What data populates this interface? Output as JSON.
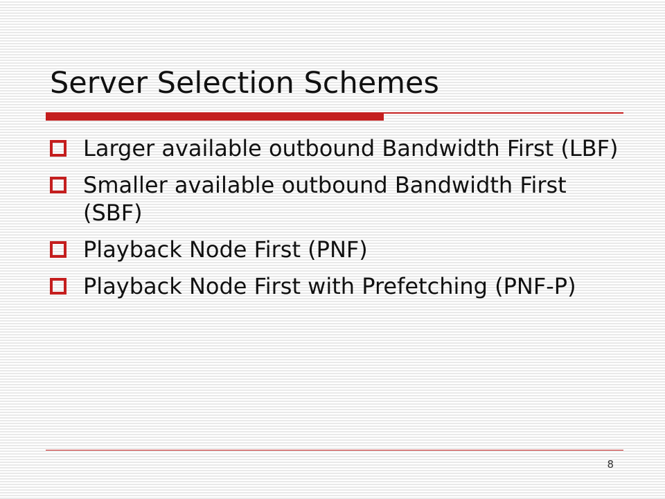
{
  "slide": {
    "title": "Server Selection Schemes",
    "accent_color": "#c41e1e",
    "bullet_icon": "hollow-square-icon",
    "bullets": [
      {
        "text": "Larger available outbound Bandwidth First (LBF)"
      },
      {
        "text": "Smaller available outbound Bandwidth First (SBF)"
      },
      {
        "text": "Playback Node First (PNF)"
      },
      {
        "text": "Playback Node First with Prefetching (PNF-P)"
      }
    ],
    "page_number": "8"
  }
}
